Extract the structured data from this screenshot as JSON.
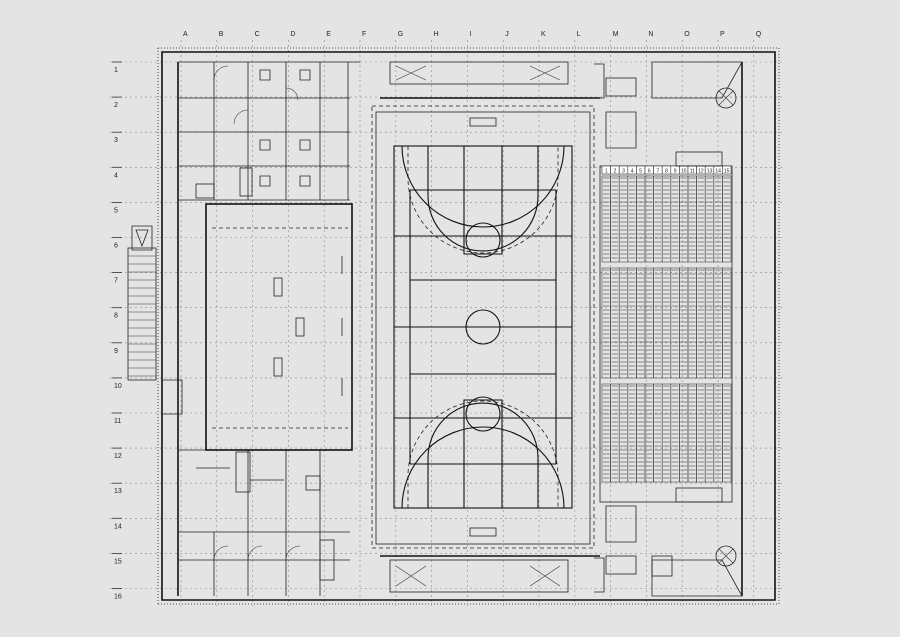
{
  "grid": {
    "columns": [
      "A",
      "B",
      "C",
      "D",
      "E",
      "F",
      "G",
      "H",
      "I",
      "J",
      "K",
      "L",
      "M",
      "N",
      "O",
      "P",
      "Q"
    ],
    "rows": [
      "1",
      "2",
      "3",
      "4",
      "5",
      "6",
      "7",
      "8",
      "9",
      "10",
      "11",
      "12",
      "13",
      "14",
      "15",
      "16"
    ]
  },
  "stand_bays": [
    "1",
    "2",
    "3",
    "4",
    "5",
    "6",
    "7",
    "8",
    "9",
    "10",
    "11",
    "12",
    "13",
    "14",
    "15"
  ]
}
